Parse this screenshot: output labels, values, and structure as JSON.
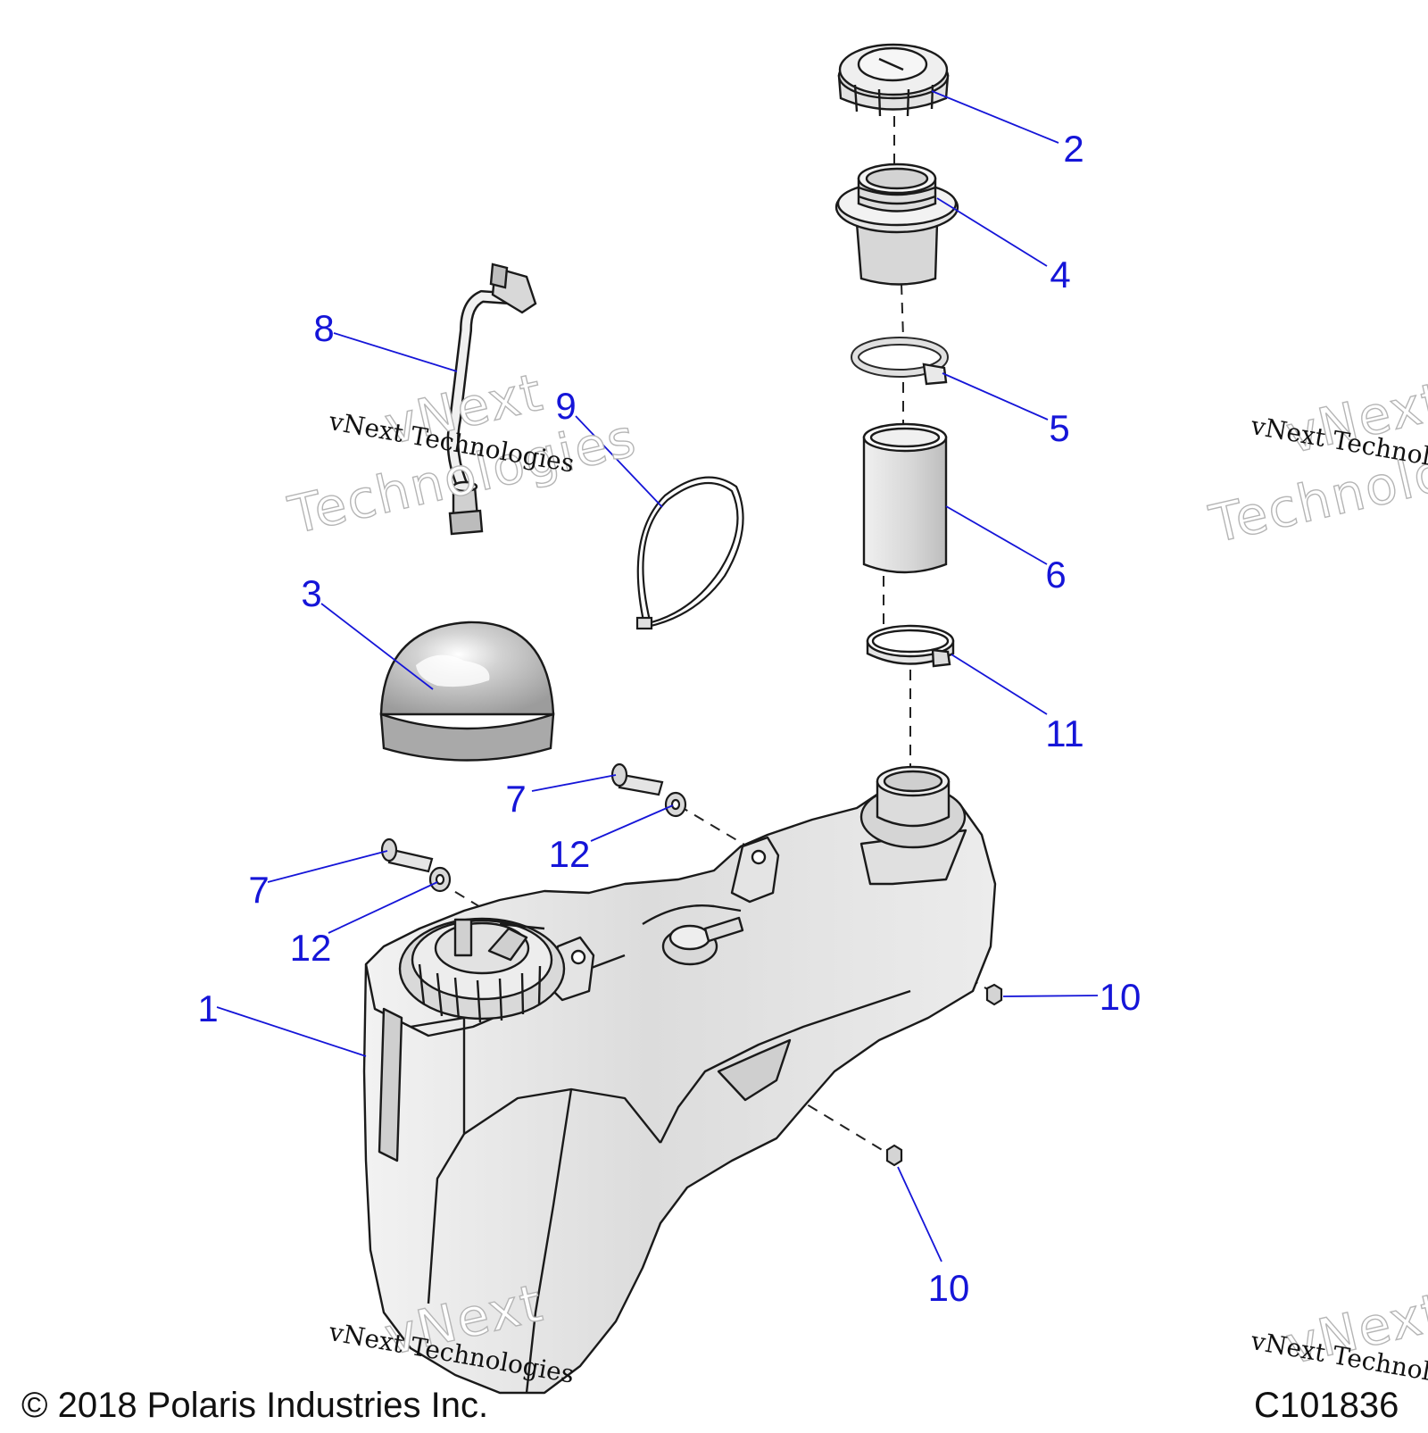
{
  "callouts": [
    {
      "id": "c1",
      "label": "1"
    },
    {
      "id": "c2",
      "label": "2"
    },
    {
      "id": "c3",
      "label": "3"
    },
    {
      "id": "c4",
      "label": "4"
    },
    {
      "id": "c5",
      "label": "5"
    },
    {
      "id": "c6",
      "label": "6"
    },
    {
      "id": "c7a",
      "label": "7"
    },
    {
      "id": "c7b",
      "label": "7"
    },
    {
      "id": "c8",
      "label": "8"
    },
    {
      "id": "c9",
      "label": "9"
    },
    {
      "id": "c10a",
      "label": "10"
    },
    {
      "id": "c10b",
      "label": "10"
    },
    {
      "id": "c11",
      "label": "11"
    },
    {
      "id": "c12a",
      "label": "12"
    },
    {
      "id": "c12b",
      "label": "12"
    }
  ],
  "watermark": {
    "line_small": "vNext Technologies",
    "line_big_1": "vNext",
    "line_big_2": "Technologies"
  },
  "footer": {
    "copyright": "© 2018 Polaris Industries Inc.",
    "code": "C101836"
  },
  "colors": {
    "callout": "#1515d8",
    "line_art": "#1a1a1a",
    "fill_light": "#e6e6e6",
    "fill_mid": "#c9c9c9"
  }
}
